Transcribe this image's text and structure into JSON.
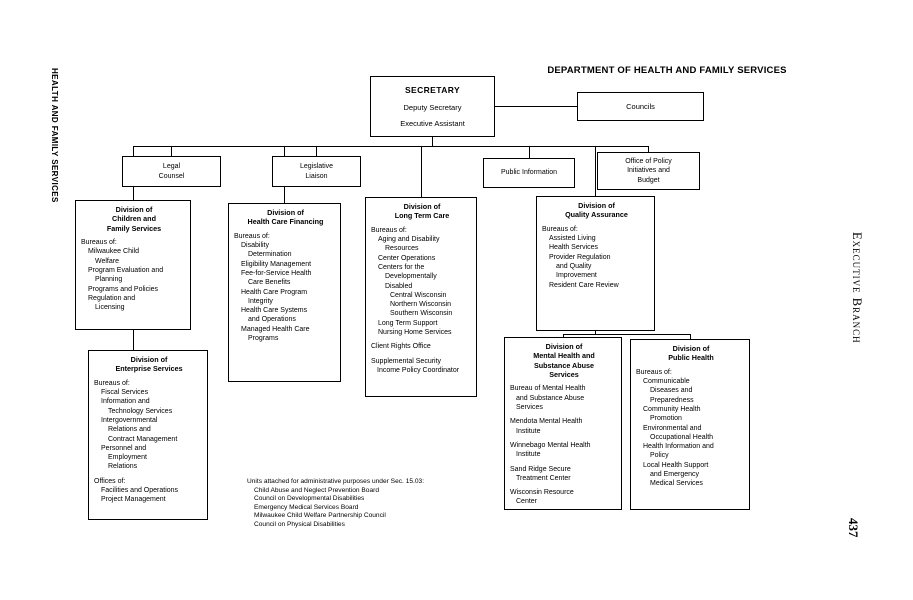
{
  "page": {
    "left_margin": "HEALTH AND FAMILY SERVICES",
    "right_margin": "Executive Branch",
    "page_number": "437",
    "header_title": "DEPARTMENT OF HEALTH AND FAMILY SERVICES"
  },
  "secretary": {
    "title": "SECRETARY",
    "deputy": "Deputy Secretary",
    "assistant": "Executive Assistant"
  },
  "councils": {
    "label": "Councils"
  },
  "offices": {
    "legal": {
      "label": "Legal\nCounsel"
    },
    "legislative": {
      "label": "Legislative\nLiaison"
    },
    "public_info": {
      "label": "Public Information"
    },
    "policy": {
      "label": "Office of Policy\nInitiatives and\nBudget"
    }
  },
  "divisions": {
    "children": {
      "title": "Division of\nChildren and\nFamily Services",
      "items": [
        {
          "t": "Bureaus of:"
        },
        {
          "t": "Milwaukee Child\nWelfare",
          "i": 1
        },
        {
          "t": "Program Evaluation and\nPlanning",
          "i": 1
        },
        {
          "t": "Programs and Policies",
          "i": 1
        },
        {
          "t": "Regulation and\nLicensing",
          "i": 1
        }
      ]
    },
    "hcf": {
      "title": "Division of\nHealth Care Financing",
      "items": [
        {
          "t": "Bureaus of:"
        },
        {
          "t": "Disability\nDetermination",
          "i": 1
        },
        {
          "t": "Eligibility Management",
          "i": 1
        },
        {
          "t": "Fee-for-Service Health\nCare Benefits",
          "i": 1
        },
        {
          "t": "Health Care Program\nIntegrity",
          "i": 1
        },
        {
          "t": "Health Care Systems\nand Operations",
          "i": 1
        },
        {
          "t": "Managed Health Care\nPrograms",
          "i": 1
        }
      ]
    },
    "ltc": {
      "title": "Division of\nLong Term Care",
      "items": [
        {
          "t": "Bureaus of:"
        },
        {
          "t": "Aging and Disability\nResources",
          "i": 1
        },
        {
          "t": "Center Operations",
          "i": 1
        },
        {
          "t": "Centers for the\nDevelopmentally\nDisabled",
          "i": 1
        },
        {
          "t": "Central Wisconsin",
          "i": 2
        },
        {
          "t": "Northern Wisconsin",
          "i": 2
        },
        {
          "t": "Southern Wisconsin",
          "i": 2
        },
        {
          "t": "Long Term Support",
          "i": 1
        },
        {
          "t": "Nursing Home Services",
          "i": 1
        },
        {
          "t": "Client Rights Office",
          "g": true
        },
        {
          "t": "Supplemental Security\nIncome Policy Coordinator",
          "g": true
        }
      ]
    },
    "qa": {
      "title": "Division of\nQuality Assurance",
      "items": [
        {
          "t": "Bureaus of:"
        },
        {
          "t": "Assisted Living",
          "i": 1
        },
        {
          "t": "Health Services",
          "i": 1
        },
        {
          "t": "Provider Regulation\nand Quality\nImprovement",
          "i": 1
        },
        {
          "t": "Resident Care Review",
          "i": 1
        }
      ]
    },
    "enterprise": {
      "title": "Division of\nEnterprise Services",
      "items": [
        {
          "t": "Bureaus of:"
        },
        {
          "t": "Fiscal Services",
          "i": 1
        },
        {
          "t": "Information and\nTechnology Services",
          "i": 1
        },
        {
          "t": "Intergovernmental\nRelations and\nContract Management",
          "i": 1
        },
        {
          "t": "Personnel and\nEmployment\nRelations",
          "i": 1
        },
        {
          "t": "Offices of:",
          "g": true
        },
        {
          "t": "Facilities and Operations",
          "i": 1
        },
        {
          "t": "Project Management",
          "i": 1
        }
      ]
    },
    "mental_health": {
      "title": "Division of\nMental Health and\nSubstance Abuse\nServices",
      "items": [
        {
          "t": "Bureau of Mental Health\nand Substance Abuse\nServices"
        },
        {
          "t": "Mendota Mental Health\nInstitute",
          "g": true
        },
        {
          "t": "Winnebago Mental Health\nInstitute",
          "g": true
        },
        {
          "t": "Sand Ridge Secure\nTreatment Center",
          "g": true
        },
        {
          "t": "Wisconsin Resource\nCenter",
          "g": true
        }
      ]
    },
    "public_health": {
      "title": "Division of\nPublic Health",
      "items": [
        {
          "t": "Bureaus of:"
        },
        {
          "t": "Communicable\nDiseases and\nPreparedness",
          "i": 1
        },
        {
          "t": "Community Health\nPromotion",
          "i": 1
        },
        {
          "t": "Environmental and\nOccupational Health",
          "i": 1
        },
        {
          "t": "Health Information and\nPolicy",
          "i": 1
        },
        {
          "t": "Local Health Support\nand Emergency\nMedical Services",
          "i": 1
        }
      ]
    }
  },
  "note": {
    "heading": "Units attached for administrative purposes under Sec. 15.03:",
    "items": [
      {
        "t": "Child Abuse and Neglect Prevention Board",
        "i": 1
      },
      {
        "t": "Council on Developmental Disabilities",
        "i": 1
      },
      {
        "t": "Emergency Medical Services Board",
        "i": 1
      },
      {
        "t": "Milwaukee Child Welfare Partnership Council",
        "i": 1
      },
      {
        "t": "Council on Physical Disabilities",
        "i": 1
      }
    ]
  }
}
